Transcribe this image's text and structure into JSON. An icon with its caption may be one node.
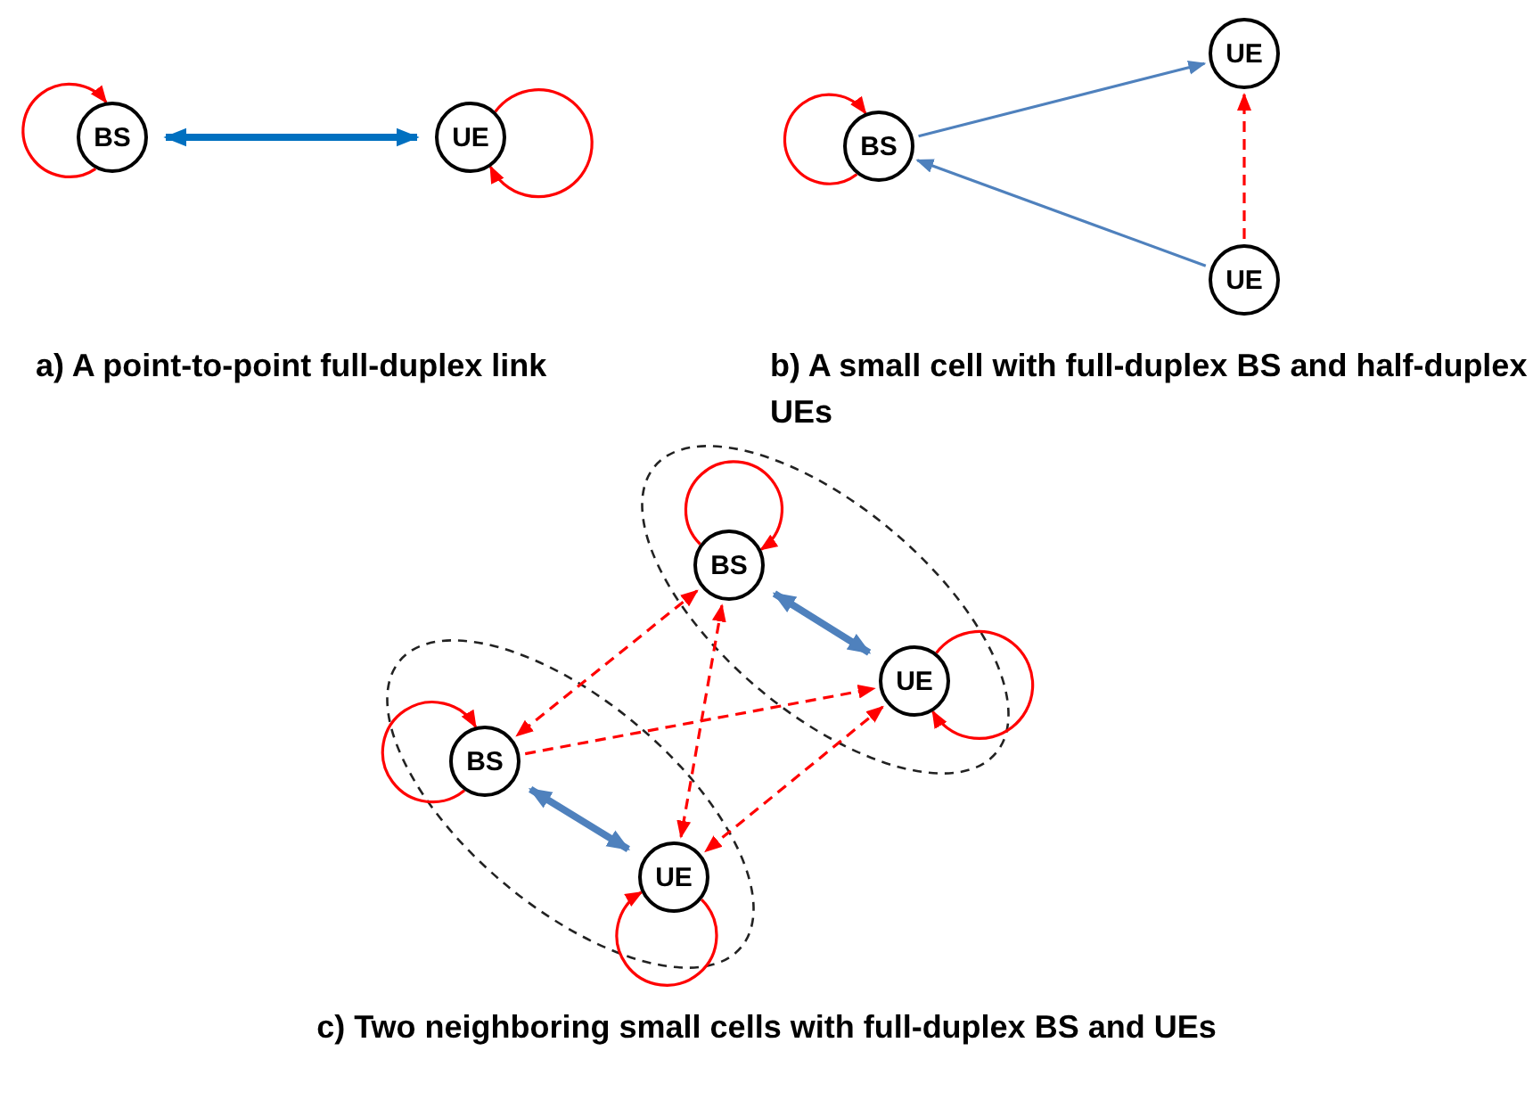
{
  "diagram": {
    "nodes": [
      {
        "text": [
          "BS"
        ]
      },
      {
        "text": [
          "UE"
        ]
      },
      {
        "text": [
          "BS"
        ]
      },
      {
        "text": [
          "UE"
        ]
      },
      {
        "text": [
          "UE"
        ]
      },
      {
        "text": [
          "BS"
        ]
      },
      {
        "text": [
          "UE"
        ]
      },
      {
        "text": [
          "BS"
        ]
      },
      {
        "text": [
          "UE"
        ]
      }
    ],
    "edges": [
      {
        "from": 0,
        "to": 0,
        "arrow": "to"
      },
      {
        "from": 1,
        "to": 1,
        "arrow": "to"
      },
      {
        "from": 0,
        "to": 1,
        "arrow": "both",
        "style": "thick",
        "color": "#0070c0"
      },
      {
        "from": 2,
        "to": 2,
        "arrow": "to"
      },
      {
        "from": 2,
        "to": 3,
        "arrow": "to",
        "color": "#4f81bd"
      },
      {
        "from": 4,
        "to": 2,
        "arrow": "to",
        "color": "#4f81bd"
      },
      {
        "from": 4,
        "to": 3,
        "arrow": "to",
        "style": "dashed"
      },
      {
        "from": 5,
        "to": 5,
        "arrow": "to"
      },
      {
        "from": 6,
        "to": 6,
        "arrow": "to"
      },
      {
        "from": 7,
        "to": 7,
        "arrow": "to"
      },
      {
        "from": 8,
        "to": 8,
        "arrow": "to"
      },
      {
        "from": 5,
        "to": 6,
        "arrow": "both",
        "style": "thick",
        "color": "#4f81bd"
      },
      {
        "from": 7,
        "to": 8,
        "arrow": "both",
        "style": "thick",
        "color": "#4f81bd"
      },
      {
        "from": 5,
        "to": 7,
        "arrow": "both",
        "style": "dashed"
      },
      {
        "from": 7,
        "to": 6,
        "arrow": "to",
        "style": "dashed"
      },
      {
        "from": 5,
        "to": 8,
        "arrow": "both",
        "style": "dashed"
      },
      {
        "from": 6,
        "to": 8,
        "arrow": "both",
        "style": "dashed"
      }
    ],
    "labels": [
      "a) A point-to-point full-duplex link",
      "b) A small cell with full-duplex BS and half-duplex UEs",
      "c) Two neighboring small cells with full-duplex BS and UEs"
    ]
  }
}
